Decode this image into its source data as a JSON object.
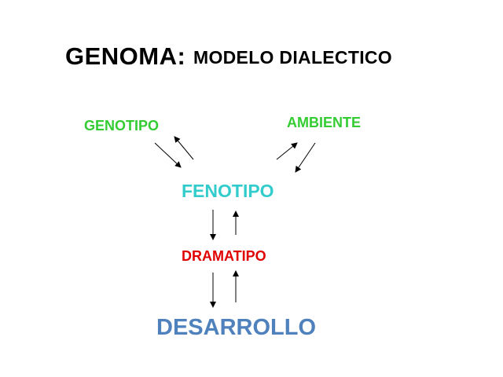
{
  "title": {
    "main": "GENOMA:",
    "sub": "MODELO DIALECTICO"
  },
  "nodes": {
    "genotipo": {
      "label": "GENOTIPO",
      "color": "#33cc33"
    },
    "ambiente": {
      "label": "AMBIENTE",
      "color": "#33cc33"
    },
    "fenotipo": {
      "label": "FENOTIPO",
      "color": "#33cccc"
    },
    "dramatipo": {
      "label": "DRAMATIPO",
      "color": "#e00000"
    },
    "desarrollo": {
      "label": "DESARROLLO",
      "color": "#4f81bd"
    }
  },
  "links": [
    {
      "from": "genotipo",
      "to": "fenotipo"
    },
    {
      "from": "fenotipo",
      "to": "genotipo"
    },
    {
      "from": "fenotipo",
      "to": "ambiente"
    },
    {
      "from": "ambiente",
      "to": "fenotipo"
    },
    {
      "from": "fenotipo",
      "to": "dramatipo"
    },
    {
      "from": "dramatipo",
      "to": "fenotipo"
    },
    {
      "from": "dramatipo",
      "to": "desarrollo"
    },
    {
      "from": "desarrollo",
      "to": "dramatipo"
    }
  ],
  "arrow_color": "#000000"
}
